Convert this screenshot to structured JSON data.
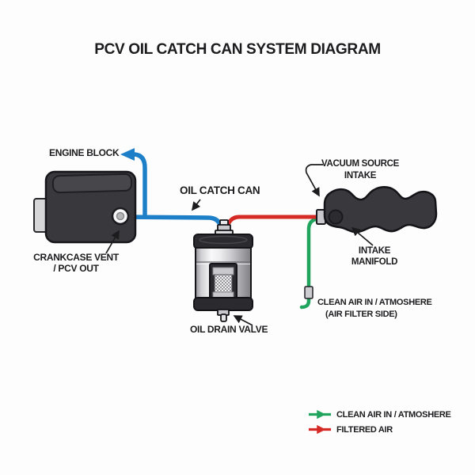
{
  "title": "PCV OIL CATCH CAN SYSTEM DIAGRAM",
  "components": {
    "engine_block": {
      "label": "ENGINE BLOCK"
    },
    "crankcase_vent": {
      "label_line1": "CRANKCASE VENT",
      "label_line2": "/ PCV OUT"
    },
    "oil_catch_can": {
      "label": "OIL CATCH CAN"
    },
    "oil_drain_valve": {
      "label": "OIL DRAIN VALVE"
    },
    "vacuum_source": {
      "label_line1": "VACUUM SOURCE",
      "label_line2": "INTAKE"
    },
    "intake_manifold": {
      "label_line1": "INTAKE",
      "label_line2": "MANIFOLD"
    },
    "clean_air_in": {
      "label_line1": "CLEAN AIR IN / ATMOSHERE",
      "label_line2": "(AIR FILTER SIDE)"
    }
  },
  "legend": {
    "items": [
      {
        "label": "CLEAN AIR IN / ATMOSHERE",
        "color": "#21a55e"
      },
      {
        "label": "FILTERED AIR",
        "color": "#d52a25"
      }
    ]
  },
  "colors": {
    "pcv_hose_blue": "#1d7fc8",
    "filtered_air_red": "#d52a25",
    "clean_air_green": "#21a55e",
    "component_dark": "#39393d",
    "text": "#1c1c1e",
    "background": "#fdfdfd"
  }
}
